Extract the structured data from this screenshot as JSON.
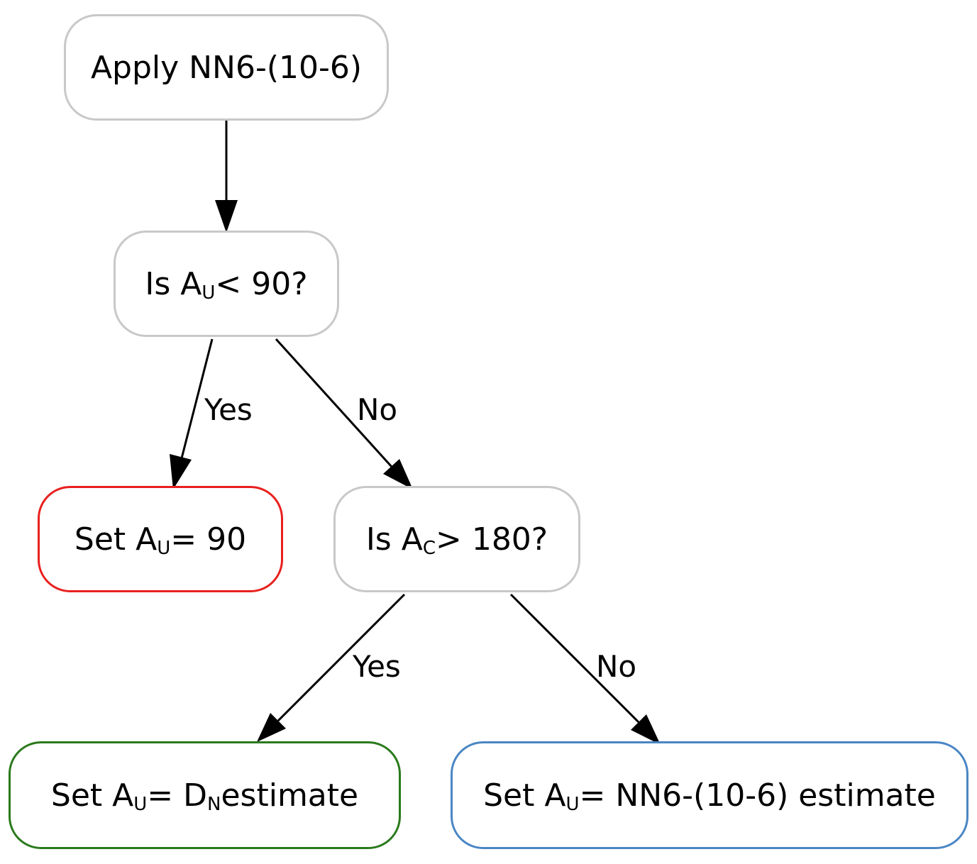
{
  "diagram": {
    "nodes": {
      "apply": {
        "text": "Apply NN6-(10-6)"
      },
      "q1": {
        "pre": "Is A",
        "sub": "U",
        "post": "< 90?"
      },
      "set90": {
        "pre": "Set A",
        "sub": "U",
        "post": "= 90",
        "border_color": "#e8201e"
      },
      "q2": {
        "pre": "Is A",
        "sub": "C",
        "post": "> 180?"
      },
      "setdn": {
        "pre": "Set A",
        "sub": "U",
        "mid": "= D",
        "sub2": "N",
        "post": "estimate",
        "border_color": "#2a7a1c"
      },
      "setnn": {
        "pre": "Set A",
        "sub": "U",
        "post": "= NN6-(10-6) estimate",
        "border_color": "#4a86c4"
      }
    },
    "edges": {
      "q1_yes": "Yes",
      "q1_no": "No",
      "q2_yes": "Yes",
      "q2_no": "No"
    }
  }
}
